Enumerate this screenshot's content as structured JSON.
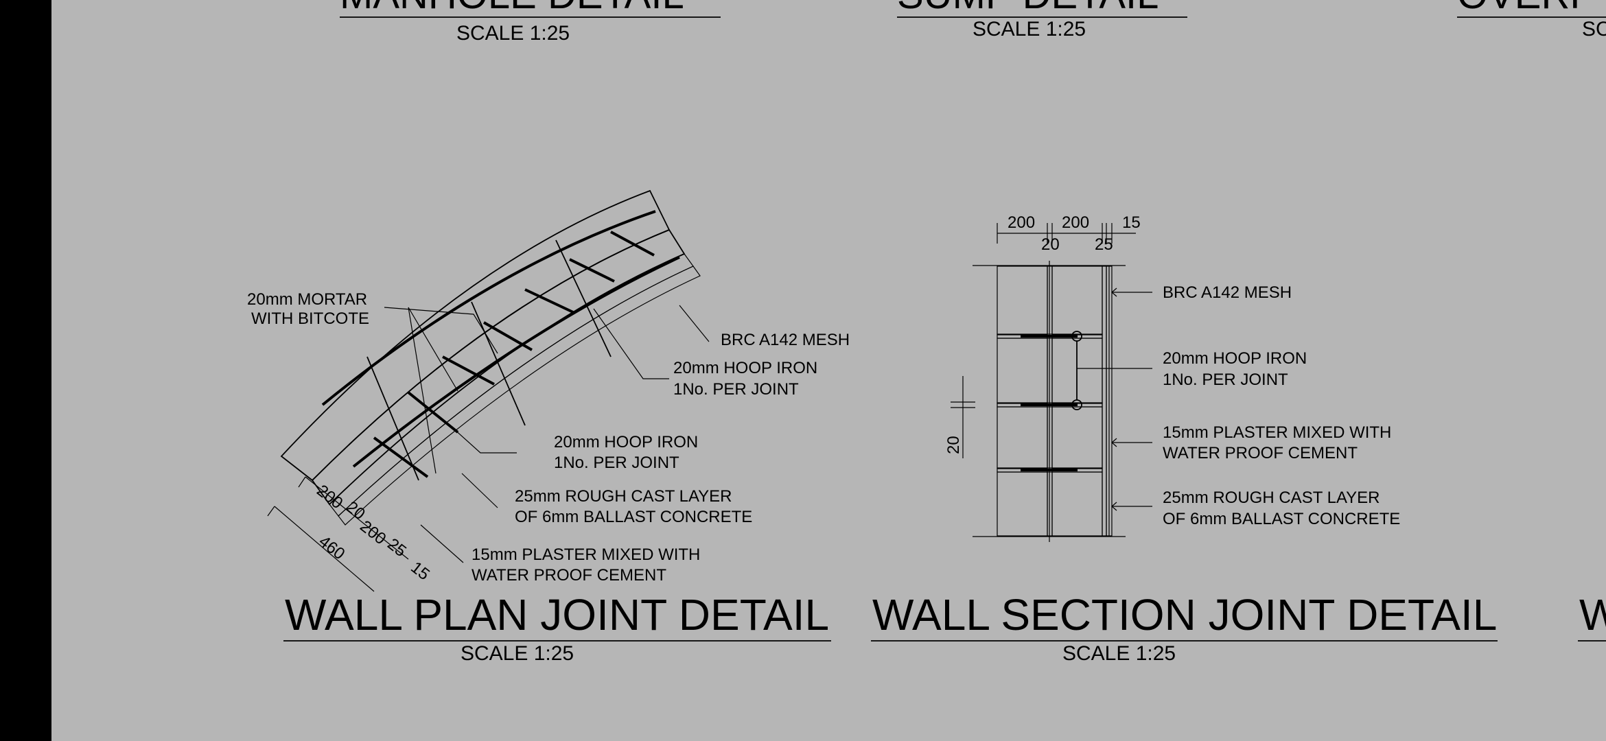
{
  "colors": {
    "sheet": "#b6b6b6",
    "border": "#000000",
    "ink": "#000000"
  },
  "top_titles": {
    "manhole": {
      "title": "MANHOLE DETAIL",
      "scale": "SCALE 1:25"
    },
    "sump": {
      "title": "SUMP DETAIL",
      "scale": "SCALE 1:25"
    },
    "right_partial": {
      "title": "OVERF",
      "scale": "SC"
    }
  },
  "plan": {
    "title": "WALL PLAN JOINT DETAIL",
    "scale": "SCALE 1:25",
    "labels": {
      "mortar_1": "20mm MORTAR",
      "mortar_2": "WITH BITCOTE",
      "brc": "BRC A142 MESH",
      "hoop_a_1": "20mm HOOP IRON",
      "hoop_a_2": "1No. PER JOINT",
      "hoop_b_1": "20mm HOOP IRON",
      "hoop_b_2": "1No. PER JOINT",
      "rough_1": "25mm ROUGH CAST LAYER",
      "rough_2": "OF 6mm BALLAST CONCRETE",
      "plaster_1": "15mm PLASTER MIXED WITH",
      "plaster_2": "WATER PROOF CEMENT"
    },
    "dims": {
      "d1": "200",
      "d2": "20",
      "d3": "200",
      "d4": "25",
      "d5": "15",
      "total": "460"
    }
  },
  "section": {
    "title": "WALL SECTION JOINT DETAIL",
    "scale": "SCALE 1:25",
    "labels": {
      "brc": "BRC A142 MESH",
      "hoop_1": "20mm HOOP IRON",
      "hoop_2": "1No. PER JOINT",
      "plaster_1": "15mm PLASTER MIXED WITH",
      "plaster_2": "WATER PROOF CEMENT",
      "rough_1": "25mm ROUGH CAST LAYER",
      "rough_2": "OF 6mm BALLAST CONCRETE"
    },
    "dims": {
      "d1": "200",
      "d2": "20",
      "d3": "200",
      "d4": "25",
      "d5": "15",
      "joint": "20"
    }
  },
  "right_partial_title": "WAL"
}
